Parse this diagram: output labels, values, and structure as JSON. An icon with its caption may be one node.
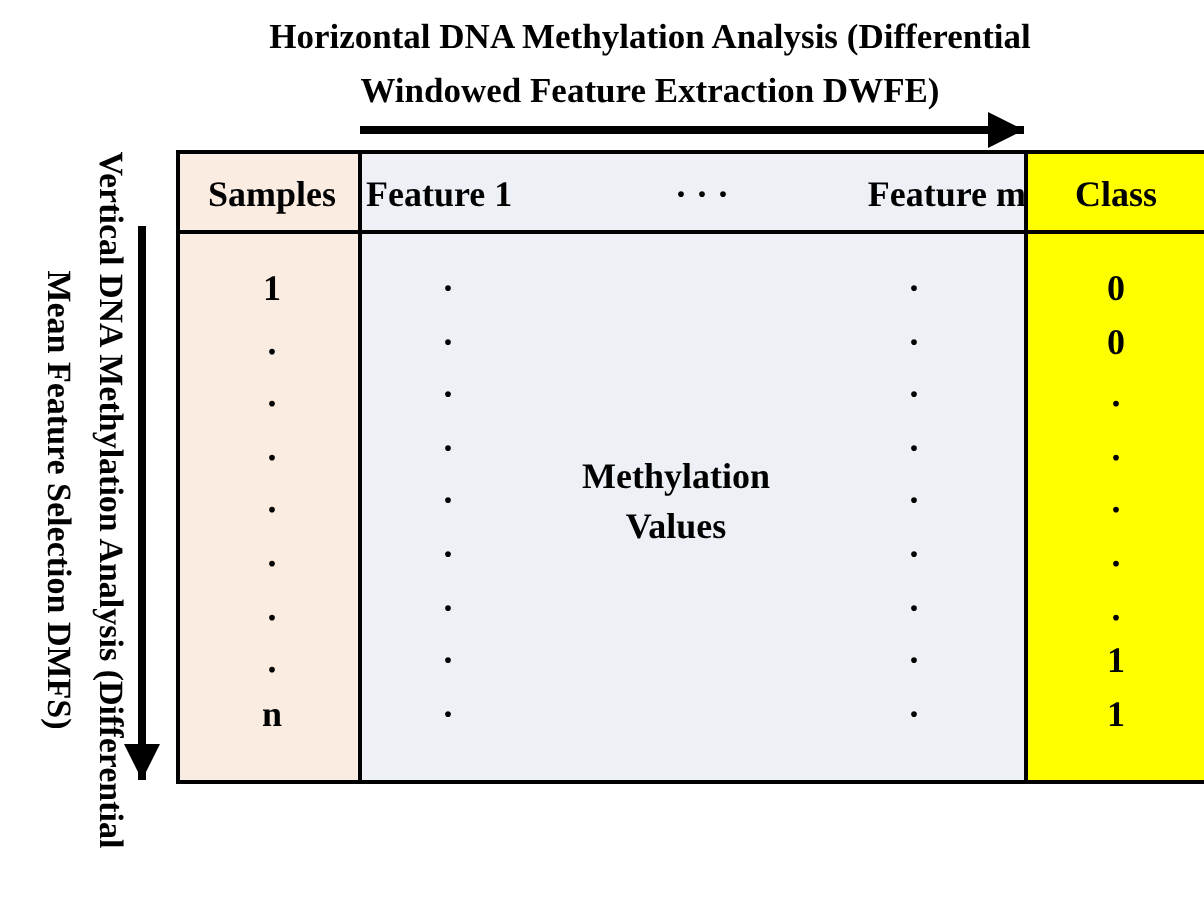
{
  "diagram": {
    "title": "Horizontal DNA Methylation Analysis (Differential Windowed Feature Extraction DWFE)",
    "nodes": [
      {
        "text": [
          "Samples",
          "1",
          ".",
          ".",
          ".",
          ".",
          ".",
          ".",
          ".",
          "n"
        ]
      },
      {
        "text": [
          "Feature 1",
          "· · ·",
          "Feature m",
          "Methylation Values",
          "·",
          "·",
          "·",
          "·",
          "·",
          "·",
          "·",
          "·",
          "·",
          "·",
          "·",
          "·",
          "·",
          "·",
          "·",
          "·",
          "·",
          "·"
        ]
      },
      {
        "text": [
          "Class",
          "0",
          "0",
          ".",
          ".",
          ".",
          ".",
          ".",
          "1",
          "1"
        ]
      }
    ],
    "labels": [
      "Vertical DNA Methylation Analysis (Differential Mean Feature Selection DMFS)"
    ]
  }
}
